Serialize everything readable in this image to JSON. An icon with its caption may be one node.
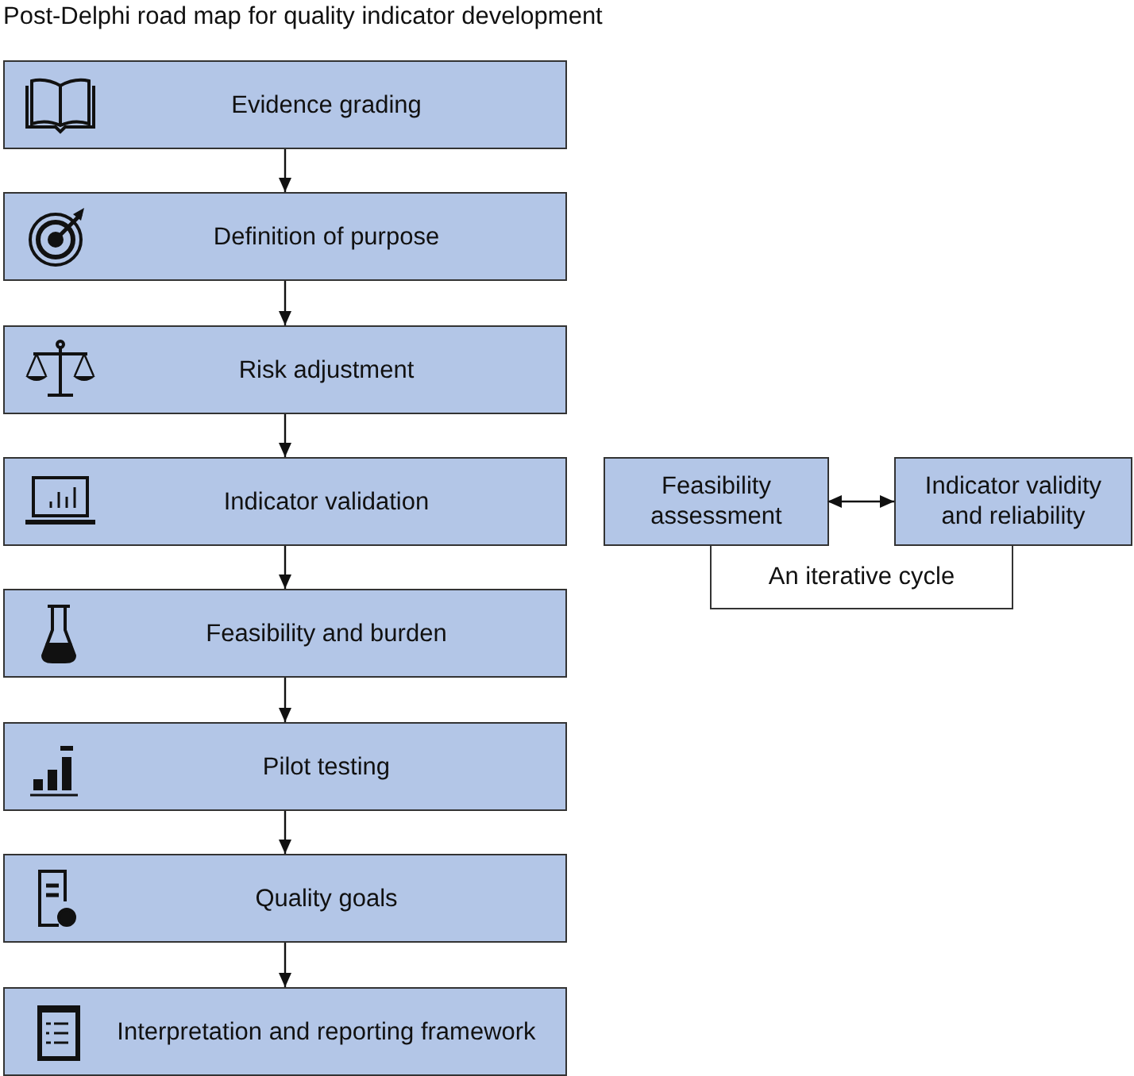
{
  "diagram": {
    "title": "Post-Delphi road map for quality indicator development",
    "nodes": [
      {
        "text": [
          "Evidence grading"
        ]
      },
      {
        "text": [
          "Definition of purpose"
        ]
      },
      {
        "text": [
          "Risk adjustment"
        ]
      },
      {
        "text": [
          "Indicator validation"
        ]
      },
      {
        "text": [
          "Feasibility and burden"
        ]
      },
      {
        "text": [
          "Pilot testing"
        ]
      },
      {
        "text": [
          "Quality goals"
        ]
      },
      {
        "text": [
          "Interpretation and reporting framework"
        ]
      },
      {
        "text": [
          "Feasibility assessment"
        ]
      },
      {
        "text": [
          "Indicator validity and reliability"
        ]
      },
      {
        "text": [
          "An iterative cycle"
        ]
      }
    ],
    "edges": [
      {
        "from": 0,
        "to": 1,
        "arrow": "to"
      },
      {
        "from": 1,
        "to": 2,
        "arrow": "to"
      },
      {
        "from": 2,
        "to": 3,
        "arrow": "to"
      },
      {
        "from": 3,
        "to": 4,
        "arrow": "to"
      },
      {
        "from": 4,
        "to": 5,
        "arrow": "to"
      },
      {
        "from": 5,
        "to": 6,
        "arrow": "to"
      },
      {
        "from": 6,
        "to": 7,
        "arrow": "to"
      },
      {
        "from": 8,
        "to": 9,
        "arrow": "both"
      }
    ]
  }
}
